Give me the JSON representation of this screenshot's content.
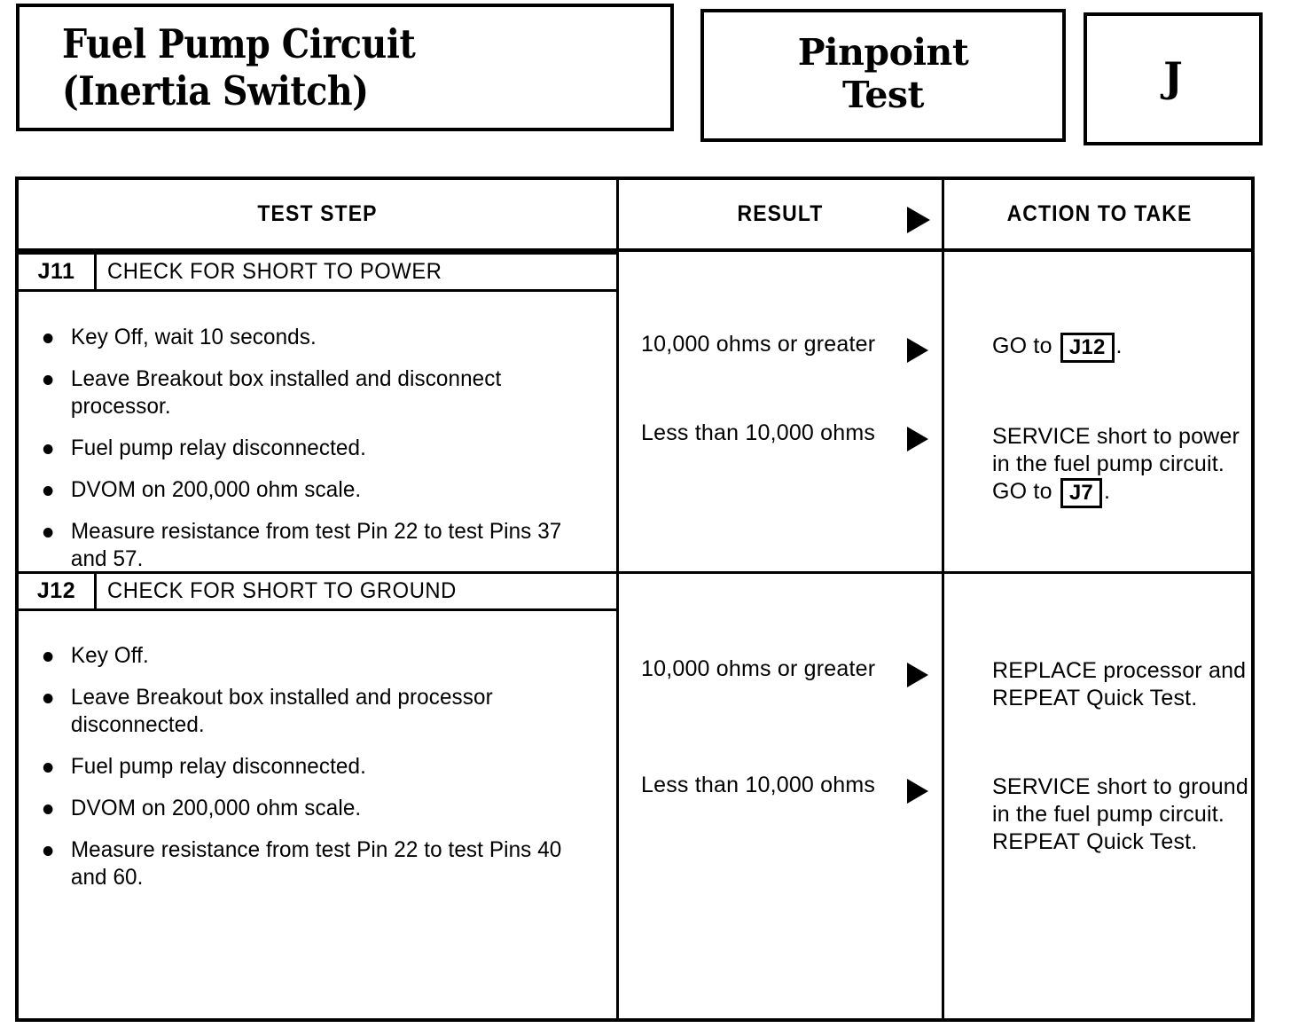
{
  "header": {
    "title_line1": "Fuel Pump Circuit",
    "title_line2": "(Inertia Switch)",
    "pinpoint_line1": "Pinpoint",
    "pinpoint_line2": "Test",
    "test_letter": "J"
  },
  "table": {
    "columns": {
      "test_step": "TEST STEP",
      "result": "RESULT",
      "action": "ACTION TO TAKE"
    },
    "rows": [
      {
        "code": "J11",
        "title": "CHECK FOR SHORT TO POWER",
        "steps": [
          "Key Off, wait 10 seconds.",
          "Leave Breakout box installed and disconnect processor.",
          "Fuel pump relay disconnected.",
          "DVOM on 200,000 ohm scale.",
          "Measure resistance from test Pin 22 to test Pins 37 and 57."
        ],
        "outcomes": [
          {
            "result": "10,000 ohms or greater",
            "action_pre": "GO to ",
            "action_ref": "J12",
            "action_post": ".",
            "action_tail": ""
          },
          {
            "result": "Less than 10,000 ohms",
            "action_pre": "SERVICE short to power in the fuel pump circuit. GO to ",
            "action_ref": "J7",
            "action_post": ".",
            "action_tail": ""
          }
        ]
      },
      {
        "code": "J12",
        "title": "CHECK FOR SHORT TO GROUND",
        "steps": [
          "Key Off.",
          "Leave Breakout box installed and processor disconnected.",
          "Fuel pump relay disconnected.",
          "DVOM on 200,000 ohm scale.",
          "Measure resistance from test Pin 22 to test Pins 40 and 60."
        ],
        "outcomes": [
          {
            "result": "10,000 ohms or greater",
            "action_pre": "REPLACE processor and REPEAT Quick Test.",
            "action_ref": "",
            "action_post": "",
            "action_tail": ""
          },
          {
            "result": "Less than 10,000 ohms",
            "action_pre": "SERVICE short to ground in the fuel pump circuit. REPEAT Quick Test.",
            "action_ref": "",
            "action_post": "",
            "action_tail": ""
          }
        ]
      }
    ],
    "icons": {
      "result_arrow": "triangle-right-icon"
    }
  },
  "colors": {
    "ink": "#000000",
    "paper": "#ffffff"
  }
}
